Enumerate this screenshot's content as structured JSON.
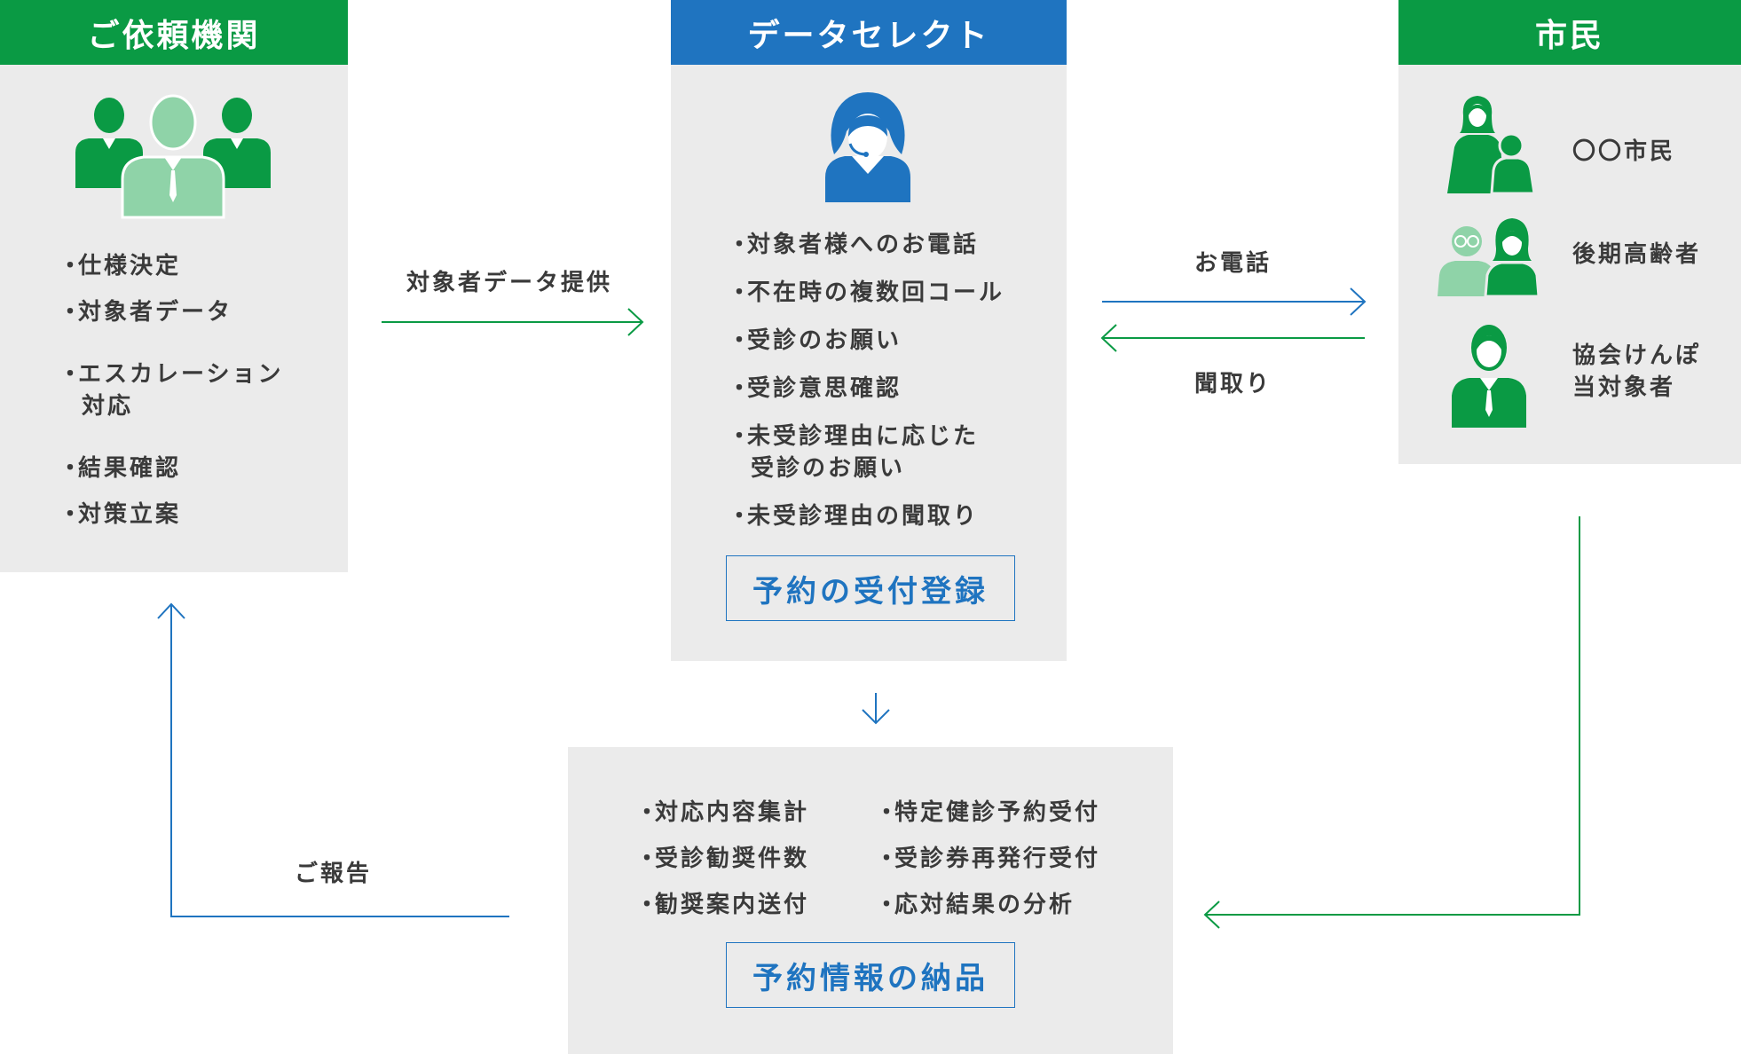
{
  "left": {
    "title": "ご依頼機関",
    "items": [
      "仕様決定",
      "対象者データ",
      "エスカレーション",
      "結果確認",
      "対策立案"
    ],
    "item3_cont": "対応"
  },
  "center": {
    "title": "データセレクト",
    "items": [
      "対象者様へのお電話",
      "不在時の複数回コール",
      "受診のお願い",
      "受診意思確認",
      "未受診理由に応じた",
      "未受診理由の聞取り"
    ],
    "item5_cont": "受診のお願い",
    "button": "予約の受付登録"
  },
  "right": {
    "title": "市民",
    "people": [
      "〇〇市民",
      "後期高齢者",
      "協会けんぽ"
    ],
    "person3_cont": "当対象者"
  },
  "bottom": {
    "col1": [
      "対応内容集計",
      "受診勧奨件数",
      "勧奨案内送付"
    ],
    "col2": [
      "特定健診予約受付",
      "受診券再発行受付",
      "応対結果の分析"
    ],
    "button": "予約情報の納品"
  },
  "arrows": {
    "provide": "対象者データ提供",
    "call": "お電話",
    "hearing": "聞取り",
    "report": "ご報告"
  },
  "colors": {
    "green": "#0a9a44",
    "blue": "#1f74c0",
    "light_green": "#8fd3a8",
    "panel": "#ebebeb"
  }
}
